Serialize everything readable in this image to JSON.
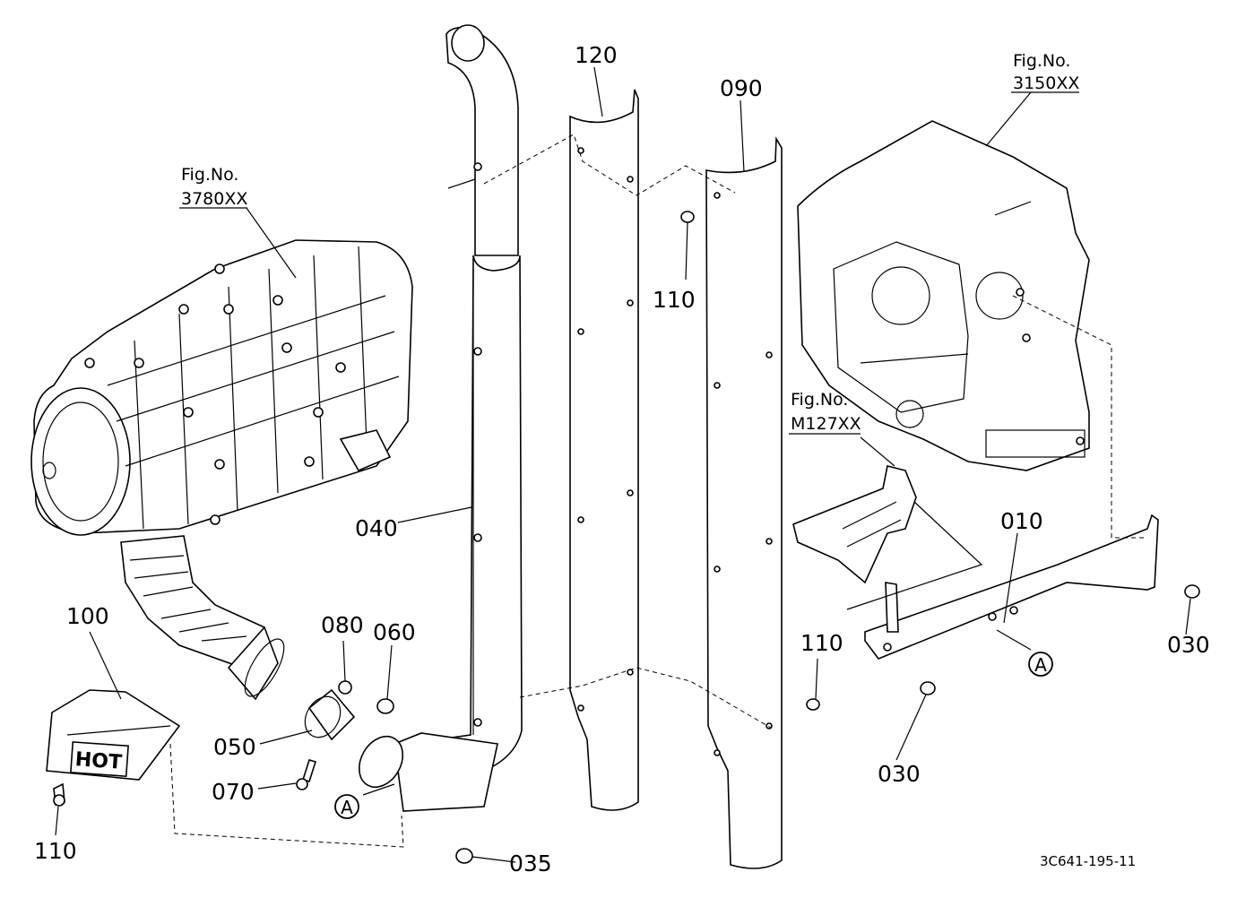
{
  "labels": {
    "p120": "120",
    "p090": "090",
    "p110_top": "110",
    "p040": "040",
    "p100": "100",
    "p080": "080",
    "p060": "060",
    "p050": "050",
    "p070": "070",
    "p110_left": "110",
    "p035": "035",
    "p110_right": "110",
    "p010": "010",
    "p030_right": "030",
    "p030_bottom": "030",
    "callout_a1": "A",
    "callout_a2": "A",
    "hot_text": "HOT"
  },
  "figure_refs": {
    "muffler": {
      "line1": "Fig.No.",
      "line2": "3780XX"
    },
    "housing": {
      "line1": "Fig.No.",
      "line2": "3150XX"
    },
    "bracket": {
      "line1": "Fig.No.",
      "line2": "M127XX"
    }
  },
  "footer": {
    "drawing_code": "3C641-195-11"
  }
}
